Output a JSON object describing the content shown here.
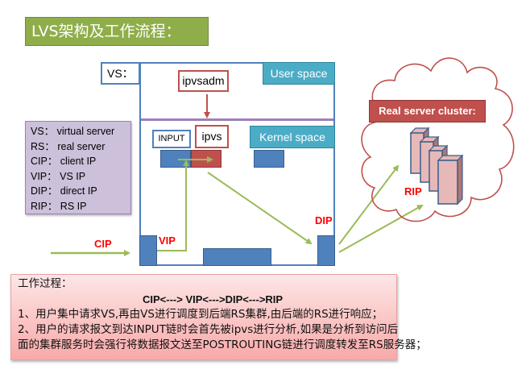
{
  "title": "LVS架构及工作流程：",
  "diagram": {
    "vs_label": "VS：",
    "user_space": "User space",
    "kernel_space": "Kernel space",
    "ipvsadm": "ipvsadm",
    "input": "INPUT",
    "ipvs": "ipvs",
    "labels": {
      "cip": "CIP",
      "vip": "VIP",
      "dip": "DIP",
      "rip": "RIP"
    },
    "cluster_title": "Real server cluster:",
    "server_count": 4
  },
  "legend": [
    "VS：  virtual server",
    "RS：  real server",
    "CIP：  client IP",
    "VIP：  VS IP",
    "DIP：  direct IP",
    "RIP：  RS IP"
  ],
  "process": {
    "heading": "工作过程：",
    "flow": "CIP<---> VIP<--->DIP<--->RIP",
    "lines": [
      "1、用户集中请求VS,再由VS进行调度到后端RS集群,由后端的RS进行响应；",
      "2、用户的请求报文到达INPUT链时会首先被ipvs进行分析,如果是分析到访问后",
      "面的集群服务时会强行将数据报文送至POSTROUTING链进行调度转发至RS服务器；"
    ]
  },
  "colors": {
    "title_bg": "#8fae4a",
    "accent_blue": "#4f81bd",
    "teal": "#4bacc6",
    "red": "#c0504d",
    "arrow_green": "#9bbb59",
    "label_red": "#ff0000",
    "legend_bg": "#ccc0da"
  }
}
